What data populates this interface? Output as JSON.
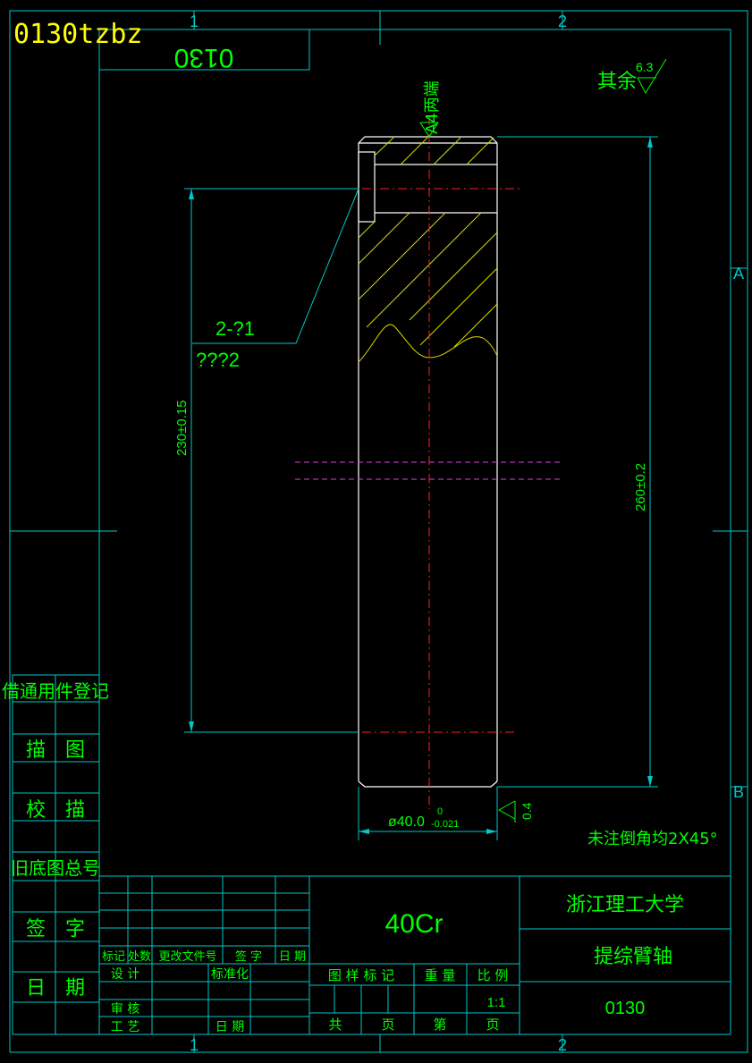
{
  "colors": {
    "background": "#000000",
    "frame": "#00c8c8",
    "text_green": "#00ff00",
    "tag_yellow": "#ffff00",
    "hatch": "#d8d800",
    "centerline": "#ff2020",
    "phantom": "#e040e0",
    "outline": "#ffffff"
  },
  "header": {
    "tag": "0130tzbz",
    "mirrored_code": "0130",
    "zone_top_1": "1",
    "zone_top_2": "2",
    "zone_bottom_1": "1",
    "zone_bottom_2": "2",
    "zone_right_a": "A",
    "zone_right_b": "B"
  },
  "drawing": {
    "surface_note": "其余",
    "surface_roughness": "6.3",
    "end_label": "A4两端",
    "hole_note": "2-?1",
    "hole_note2": "???2",
    "dim_left": "230±0.15",
    "dim_right": "260±0.2",
    "dia_symbol": "ø40.0",
    "dia_tol_upper": "0",
    "dia_tol_lower": "-0.021",
    "bottom_roughness": "0.4",
    "chamfer_note": "未注倒角均2X45°"
  },
  "side_panel": [
    "借通用件登记",
    "描　图",
    "校　描",
    "旧底图总号",
    "签　字",
    "日　期"
  ],
  "title_block": {
    "material": "40Cr",
    "school": "浙江理工大学",
    "part_name": "提综臂轴",
    "drawing_no": "0130",
    "rev_headers": [
      "标记",
      "处数",
      "更改文件号",
      "签 字",
      "日 期"
    ],
    "design": "设 计",
    "standardize": "标准化",
    "review": "审 核",
    "process": "工 艺",
    "date": "日 期",
    "stage_mark": "图 样 标 记",
    "weight": "重 量",
    "scale": "比 例",
    "scale_value": "1:1",
    "total": "共",
    "sheet": "页",
    "no": "第",
    "sheet2": "页"
  }
}
